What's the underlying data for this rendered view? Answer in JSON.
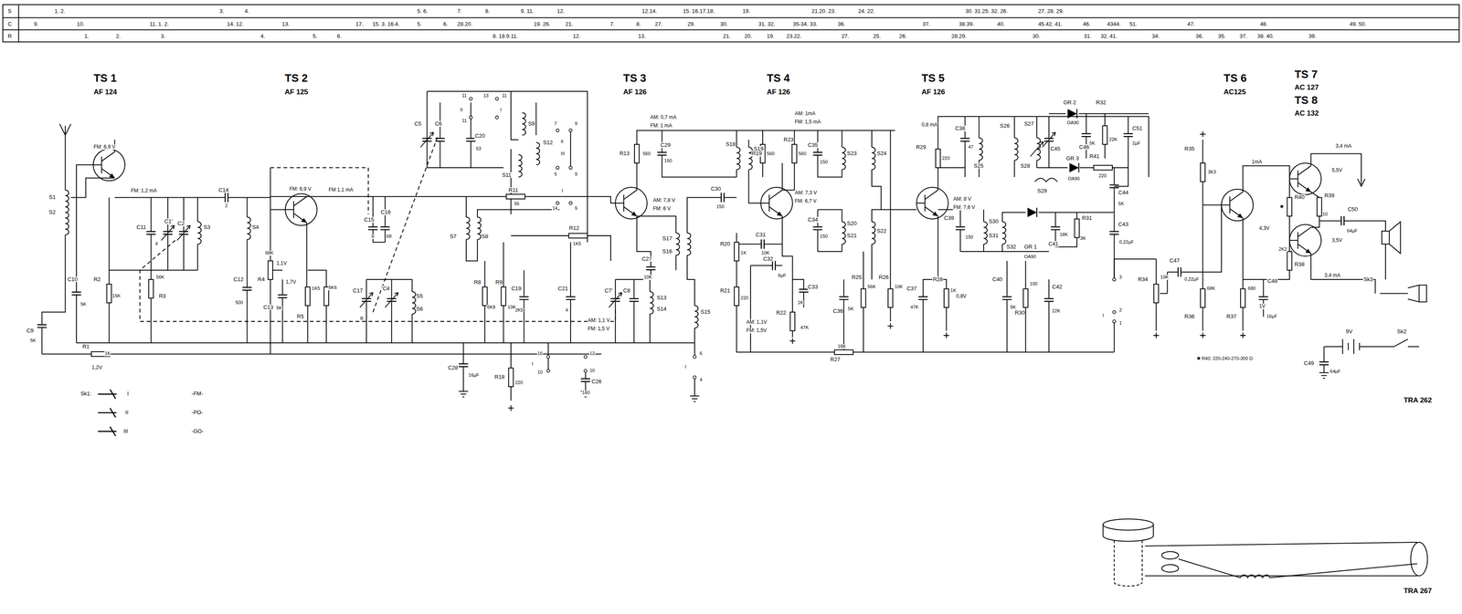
{
  "diagram": {
    "labels": [
      "S",
      "1. 2.",
      "3.",
      "4.",
      "5. 6.",
      "7.",
      "8.",
      "9. 11.",
      "12.",
      "12.14.",
      "15. 16.17.18.",
      "19.",
      "21.20. 23.",
      "24. 22.",
      "30. 31.25. 32. 26.",
      "27. 28. 29.",
      "C",
      "9.",
      "10.",
      "11. 1. 2.",
      "14. 12.",
      "13.",
      "17.",
      "15. 3. 16.4.",
      "5.",
      "6.",
      "28.20.",
      "19. 26.",
      "21.",
      "7.",
      "8.",
      "27.",
      "29.",
      "30.",
      "31. 32.",
      "35-34. 33.",
      "36.",
      "37.",
      "38.39.",
      "40.",
      "45.42. 41.",
      "46.",
      "4344.",
      "51.",
      "47.",
      "48.",
      "49. 50.",
      "R",
      "1.",
      "2.",
      "3.",
      "4.",
      "5.",
      "6.",
      "8. 18.9.11.",
      "12.",
      "13.",
      "21.",
      "20.",
      "19.",
      "23.22.",
      "27.",
      "25.",
      "26.",
      "28.29.",
      "30.",
      "31.",
      "32. 41.",
      "34.",
      "36.",
      "35.",
      "37.",
      "38. 40.",
      "39.",
      "TS 1",
      "AF 124",
      "TS 2",
      "AF 125",
      "TS 3",
      "AF 126",
      "TS 4",
      "AF 126",
      "TS 5",
      "AF 126",
      "TS 6",
      "AC125",
      "TS 7",
      "AC 127",
      "TS 8",
      "AC 132",
      "FM: 6,9 V",
      "FM: 1,2 mA",
      "FM: 6,9 V",
      "FM 1,1 mA",
      "AM: 0,7 mA",
      "FM: 1 mA",
      "AM: 7,8 V",
      "FM: 6 V",
      "AM: 1mA",
      "FM: 1,5 mA",
      "AM: 7,3 V",
      "FM: 6,7 V",
      "0,8 mA",
      "AM: 8 V",
      "FM: 7,6 V",
      "1mA",
      "3,4 mA",
      "5,5V",
      "3,5V",
      "3,4 mA",
      "4,3V",
      "1,1V",
      "1,7V",
      "1,2V",
      "AM: 1,1 V",
      "FM: 1,5 V",
      "AM: 1,1V",
      "FM: 1,5V",
      "0,8V",
      "1V",
      "S1",
      "S2",
      "C9",
      "5K",
      "R1",
      "1K",
      "C10",
      "5K",
      "R2",
      "15K",
      "R3",
      "56K",
      "C11",
      "4",
      "C1'",
      "C2",
      "S3",
      "C14",
      "2",
      "S4",
      "C12",
      "500",
      "R4",
      "68K",
      "C13",
      "5K",
      "R5",
      "1K5",
      "5K6",
      "C15",
      "8",
      "C16",
      "68",
      "C17",
      "B",
      "C4",
      "S5",
      "S6",
      "C5",
      "C6",
      "C20",
      "53",
      "S9",
      "S11",
      "S12",
      "S7",
      "S8",
      "R11",
      "56",
      "R12",
      "1K5",
      "C19",
      "2K5",
      "C21",
      "4",
      "C7'",
      "C8",
      "S13",
      "S14",
      "S15",
      "S16",
      "S17",
      "R8",
      "6K8",
      "R9",
      "10K",
      "C27",
      "10K",
      "C28",
      "16μF",
      "R18",
      "220",
      "C26",
      "160",
      "R13",
      "560",
      "C29",
      "150",
      "S18",
      "S19",
      "C30",
      "150",
      "C31",
      "10K",
      "R20",
      "1K",
      "R21",
      "220",
      "C32",
      "6μF",
      "C33",
      "1K",
      "R22",
      "47K",
      "R19",
      "560",
      "R23",
      "560",
      "C35",
      "150",
      "S23",
      "S24",
      "C34",
      "150",
      "S20",
      "S21",
      "S22",
      "C36",
      "5K",
      "R25",
      "56K",
      "R26",
      "10K",
      "R27",
      "18K",
      "C37",
      "47K",
      "R28",
      "1K",
      "R29",
      "220",
      "C38",
      "47",
      "S25",
      "S26",
      "S27",
      "C45",
      "GR 2",
      "OA90",
      "C46",
      "5K",
      "R32",
      "22K",
      "C51",
      "2μF",
      "S28",
      "S29",
      "GR 3",
      "OA90",
      "R41",
      "220",
      "C44",
      "5K",
      "C39",
      "150",
      "S30",
      "S31",
      "S32",
      "GR 1",
      "OA90",
      "C41",
      "18K",
      "R31",
      "3K",
      "C43",
      "0,22μF",
      "C40",
      "5K",
      "R30",
      "100",
      "C42",
      "22K",
      "R34",
      "10K",
      "C47",
      "0,22μF",
      "R35",
      "3K3",
      "R36",
      "68K",
      "R37",
      "680",
      "C48",
      "16μF",
      "R40",
      "✱",
      "R38",
      "2K2",
      "R39",
      "10",
      "C50",
      "64μF",
      "Sk3",
      "9V",
      "Sk2",
      "C49",
      "64μF",
      "✱ R40: 220-240-270-300 Ω",
      "TRA 262",
      "TRA 267",
      "Sk1:",
      "I",
      "II",
      "III",
      "-FM-",
      "-PO-",
      "-GO-",
      "11",
      "13",
      "II",
      "11",
      "I",
      "11",
      "7",
      "9",
      "II",
      "III",
      "5",
      "9",
      "14",
      "9",
      "I",
      "16",
      "10",
      "12",
      "10",
      "I",
      "6",
      "4",
      "I",
      "3",
      "2",
      "1",
      "I"
    ]
  }
}
